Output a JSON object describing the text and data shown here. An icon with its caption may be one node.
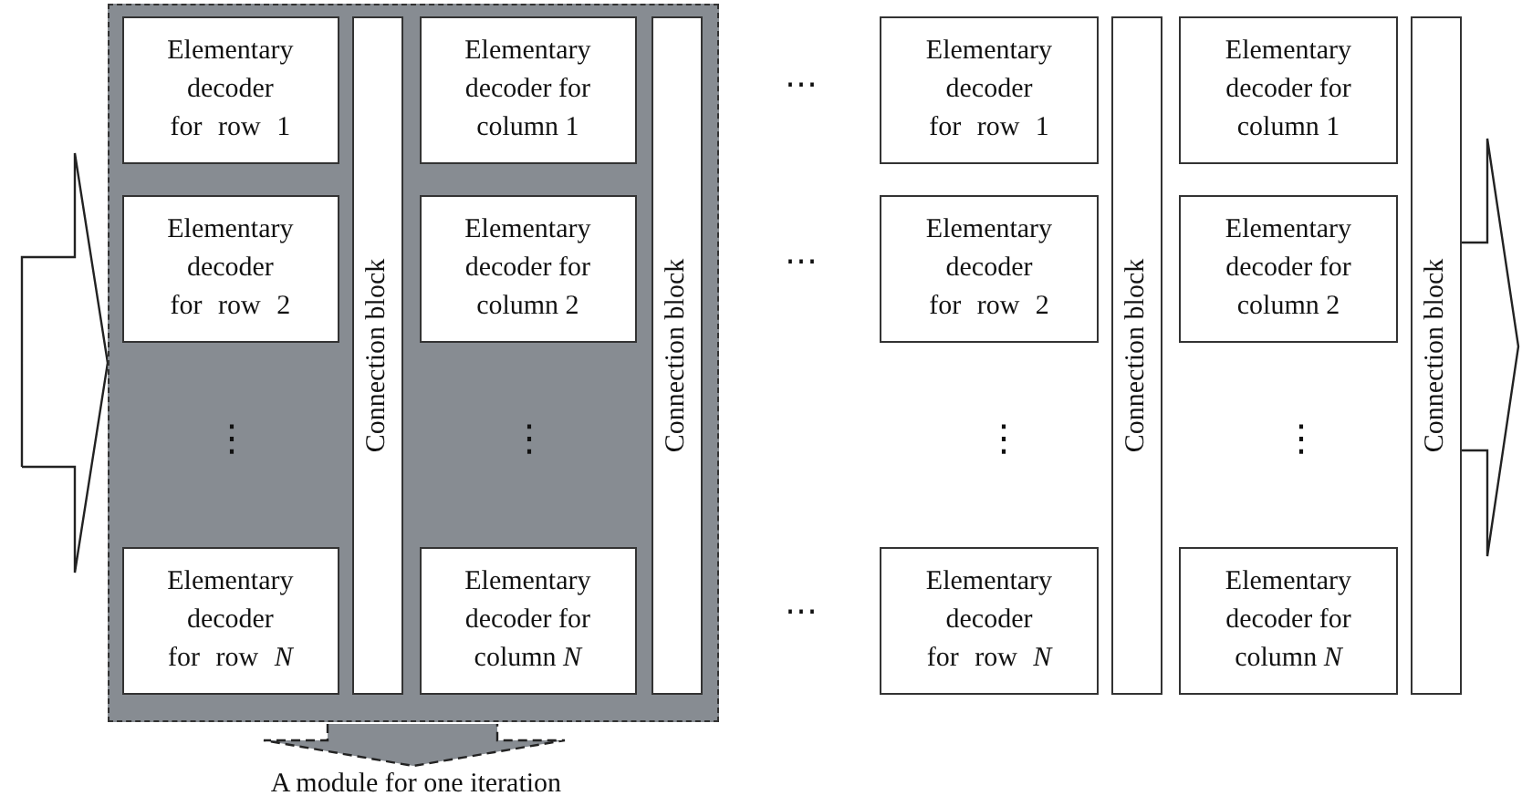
{
  "diagram": {
    "nodes": [
      {
        "text": [],
        "shape": "box"
      },
      {
        "text": [
          "Elementary decoder for row 1"
        ],
        "in": 0
      },
      {
        "text": [
          "Elementary decoder for row 2"
        ],
        "in": 0
      },
      {
        "text": [
          "Elementary decoder for row *N*"
        ],
        "in": 0
      },
      {
        "text": [
          "Connection block"
        ],
        "in": 0
      },
      {
        "text": [
          "Elementary decoder for column 1"
        ],
        "in": 0
      },
      {
        "text": [
          "Elementary decoder for column 2"
        ],
        "in": 0
      },
      {
        "text": [
          "Elementary decoder for column *N*"
        ],
        "in": 0
      },
      {
        "text": [
          "Connection block"
        ],
        "in": 0
      },
      {
        "text": [
          "Elementary decoder for row 1"
        ]
      },
      {
        "text": [
          "Elementary decoder for row 2"
        ]
      },
      {
        "text": [
          "Elementary decoder for row *N*"
        ]
      },
      {
        "text": [
          "Connection block"
        ]
      },
      {
        "text": [
          "Elementary decoder for column 1"
        ]
      },
      {
        "text": [
          "Elementary decoder for column 2"
        ]
      },
      {
        "text": [
          "Elementary decoder for column *N*"
        ]
      },
      {
        "text": [
          "Connection block"
        ]
      },
      {
        "text": [
          "A module for one iteration"
        ]
      }
    ],
    "edges": [
      {
        "from": null,
        "to": 0,
        "arrow": "to"
      },
      {
        "from": 0,
        "to": 17,
        "arrow": "to"
      },
      {
        "from": 16,
        "to": null,
        "arrow": "to"
      }
    ],
    "labels": [
      "⋯",
      "⋯",
      "⋮",
      "⋮",
      "⋮",
      "⋮",
      "⋯"
    ]
  }
}
